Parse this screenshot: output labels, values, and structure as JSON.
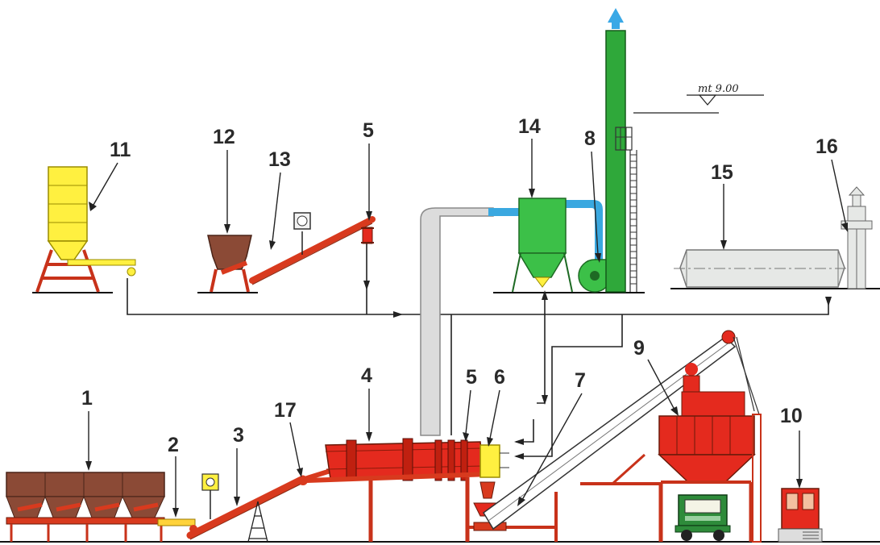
{
  "labels": {
    "n1": "1",
    "n2": "2",
    "n3": "3",
    "n4": "4",
    "n5a": "5",
    "n5b": "5",
    "n6": "6",
    "n7": "7",
    "n8": "8",
    "n9": "9",
    "n10": "10",
    "n11": "11",
    "n12": "12",
    "n13": "13",
    "n14": "14",
    "n15": "15",
    "n16": "16",
    "n17": "17"
  },
  "level_mark": "mt 9.00",
  "colors": {
    "hopper_brown": "#8B4A36",
    "conveyor_red": "#D83A1E",
    "dryer_red": "#E42A1E",
    "silo_yellow": "#FFF040",
    "chimney_green": "#2FA83A",
    "filter_green": "#3CC048",
    "duct_grey": "#DCDCDC",
    "duct_blue": "#3AA8E0",
    "tank_grey": "#E6E8E6",
    "arrow_blue": "#39A8E6"
  }
}
